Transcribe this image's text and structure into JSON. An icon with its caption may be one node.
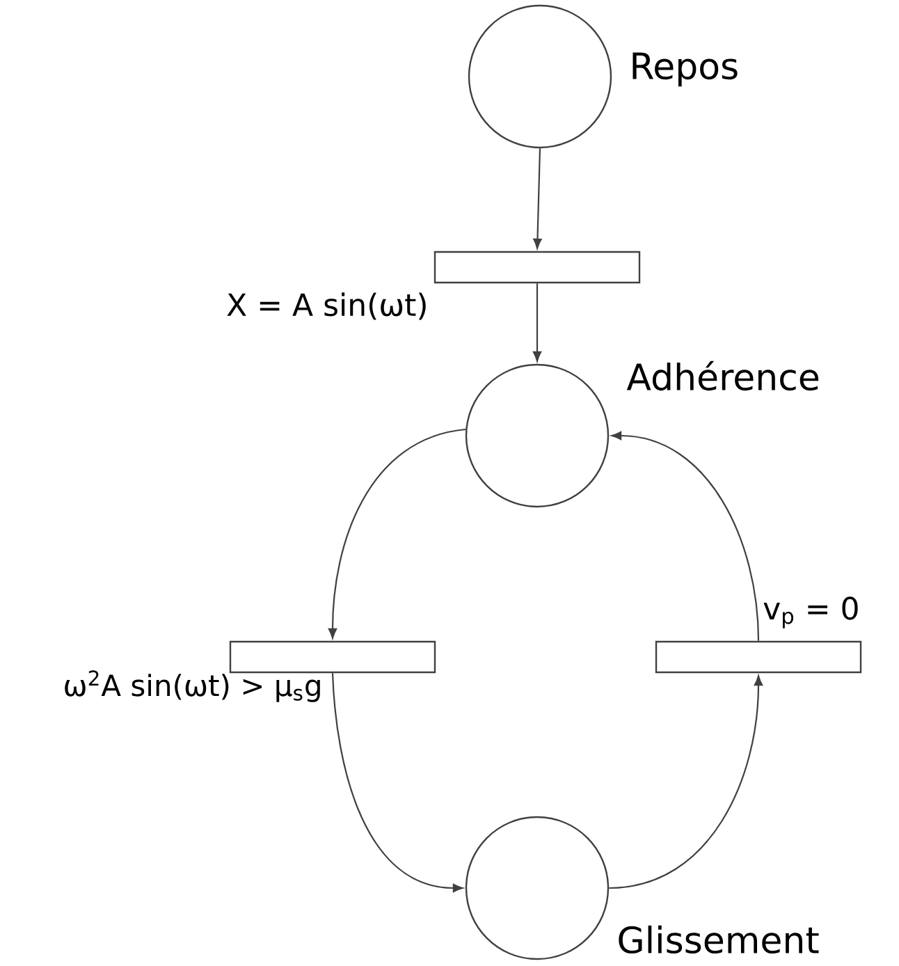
{
  "diagram": {
    "nodes": [
      {
        "text": [],
        "shape": "circle",
        "beside": [
          "Repos"
        ]
      },
      {
        "text": [],
        "shape": "bar",
        "beside": [
          "X = A sin(ωt)"
        ]
      },
      {
        "text": [],
        "shape": "circle",
        "beside": [
          "Adhérence"
        ]
      },
      {
        "text": [],
        "shape": "bar",
        "beside": [
          "ω$^{2}$A sin(ωt) > μ$_{s}$g"
        ]
      },
      {
        "text": [],
        "shape": "bar",
        "beside": [
          "v$_{p}$ = 0"
        ]
      },
      {
        "text": [],
        "shape": "circle",
        "beside": [
          "Glissement"
        ]
      }
    ],
    "edges": [
      {
        "from": 0,
        "to": 1,
        "arrow": "to"
      },
      {
        "from": 1,
        "to": 2,
        "arrow": "to"
      },
      {
        "from": 2,
        "to": 3,
        "arrow": "to"
      },
      {
        "from": 3,
        "to": 5,
        "arrow": "to"
      },
      {
        "from": 5,
        "to": 4,
        "arrow": "to"
      },
      {
        "from": 4,
        "to": 2,
        "arrow": "to"
      }
    ]
  }
}
